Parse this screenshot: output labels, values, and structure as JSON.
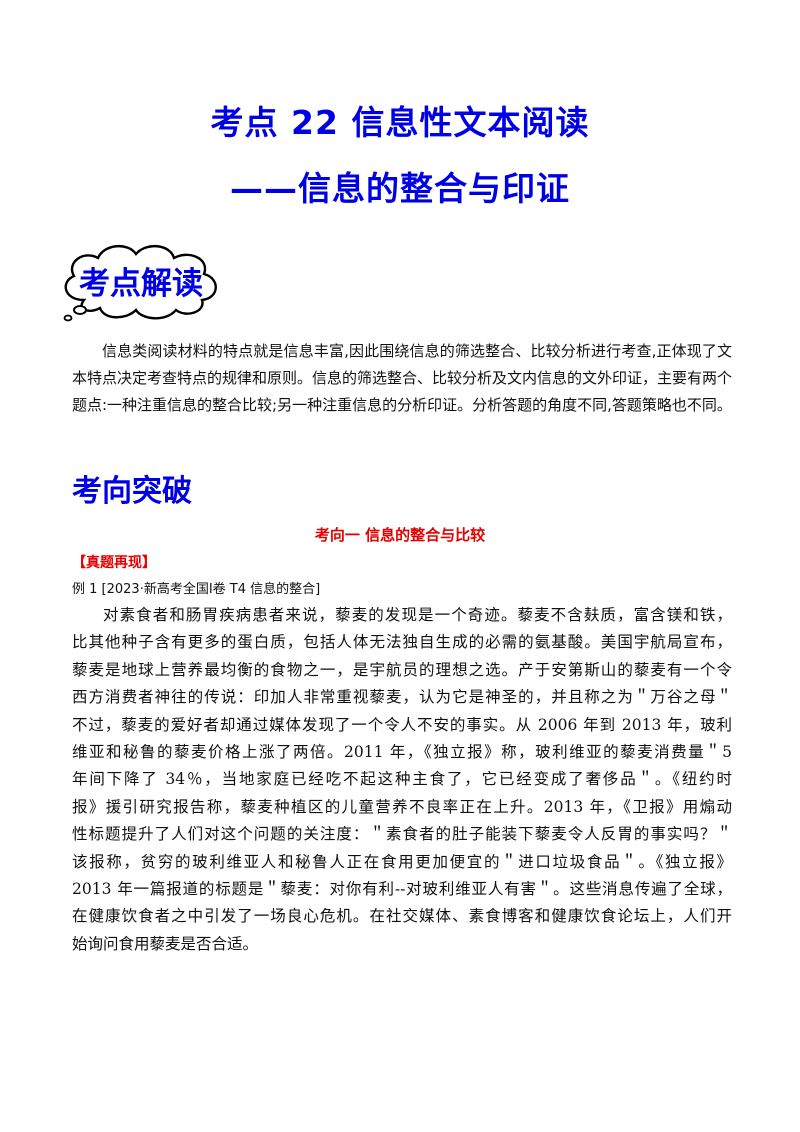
{
  "title": {
    "line1": "考点 22  信息性文本阅读",
    "line2": "——信息的整合与印证"
  },
  "badge": {
    "label": "考点解读"
  },
  "intro": {
    "text": "信息类阅读材料的特点就是信息丰富,因此围绕信息的筛选整合、比较分析进行考查,正体现了文本特点决定考查特点的规律和原则。信息的筛选整合、比较分析及文内信息的文外印证，主要有两个题点:一种注重信息的整合比较;另一种注重信息的分析印证。分析答题的角度不同,答题策略也不同。"
  },
  "section": {
    "heading": "考向突破"
  },
  "subsection": {
    "heading": "考向一  信息的整合与比较",
    "bracket": "【真题再现】",
    "example": "例 1 [2023·新高考全国Ⅰ卷  T4 信息的整合]"
  },
  "passage": {
    "lines": [
      "对素食者和肠胃疾病患者来说，藜麦的发现是一个奇迹。藜麦不含麸质，富含镁和铁，",
      "比其他种子含有更多的蛋白质，包括人体无法独自生成的必需的氨基酸。美国宇航局宣布，",
      "藜麦是地球上营养最均衡的食物之一，是宇航员的理想之选。产于安第斯山的藜麦有一个令",
      "西方消费者神往的传说：印加人非常重视藜麦，认为它是神圣的，并且称之为＂万谷之母＂",
      "不过，藜麦的爱好者却通过媒体发现了一个令人不安的事实。从 2006 年到 2013 年，玻利",
      "维亚和秘鲁的藜麦价格上涨了两倍。2011 年，《独立报》称，玻利维亚的藜麦消费量＂5",
      "年间下降了 34％，当地家庭已经吃不起这种主食了，它已经变成了奢侈品＂。《纽约时",
      "报》援引研究报告称，藜麦种植区的儿童营养不良率正在上升。2013 年，《卫报》用煽动",
      "性标题提升了人们对这个问题的关注度：＂素食者的肚子能装下藜麦令人反胃的事实吗？＂",
      "该报称，贫穷的玻利维亚人和秘鲁人正在食用更加便宜的＂进口垃圾食品＂。《独立报》",
      "2013 年一篇报道的标题是＂藜麦：对你有利--对玻利维亚人有害＂。这些消息传遍了全球，",
      "在健康饮食者之中引发了一场良心危机。在社交媒体、素食博客和健康饮食论坛上，人们开",
      "始询问食用藜麦是否合适。"
    ]
  },
  "colors": {
    "heading_blue": "#0000e6",
    "accent_red": "#e60000",
    "text": "#111111"
  }
}
